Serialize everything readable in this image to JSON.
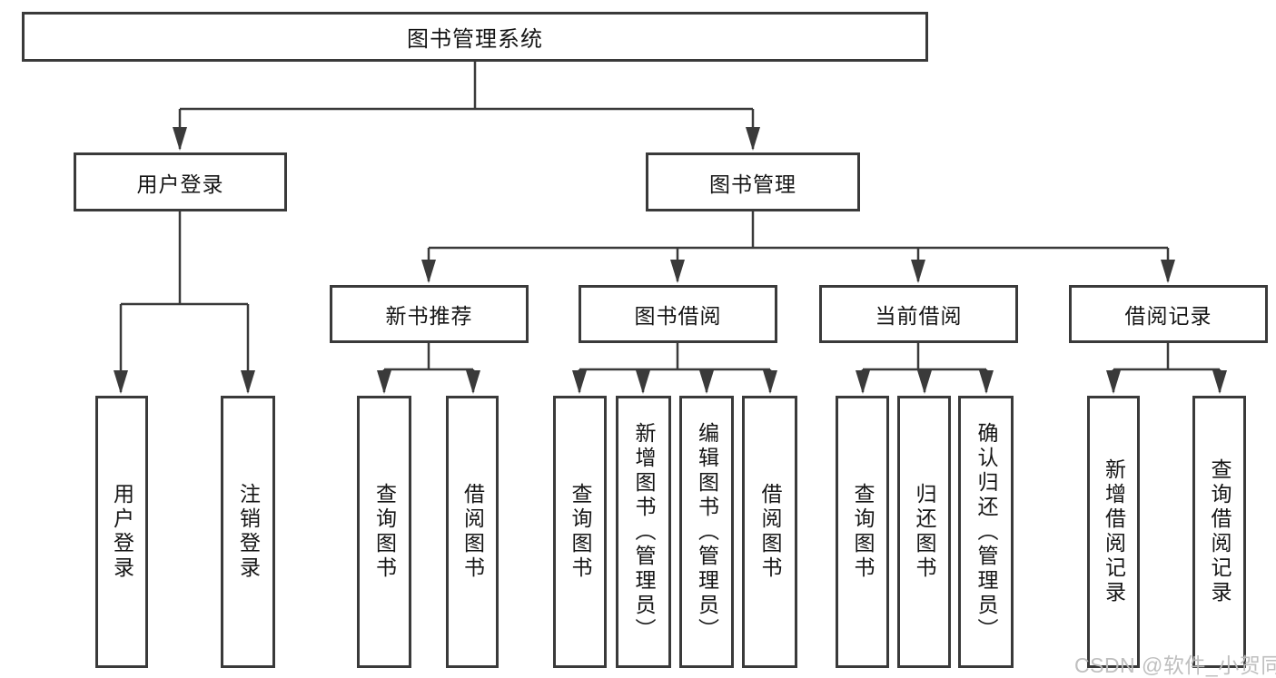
{
  "tree": {
    "root": {
      "label": "图书管理系统",
      "children": [
        {
          "label": "用户登录",
          "children": [
            {
              "label": "用户登录"
            },
            {
              "label": "注销登录"
            }
          ]
        },
        {
          "label": "图书管理",
          "children": [
            {
              "label": "新书推荐",
              "children": [
                {
                  "label": "查询图书"
                },
                {
                  "label": "借阅图书"
                }
              ]
            },
            {
              "label": "图书借阅",
              "children": [
                {
                  "label": "查询图书"
                },
                {
                  "label": "新增图书（管理员）"
                },
                {
                  "label": "编辑图书（管理员）"
                },
                {
                  "label": "借阅图书"
                }
              ]
            },
            {
              "label": "当前借阅",
              "children": [
                {
                  "label": "查询图书"
                },
                {
                  "label": "归还图书"
                },
                {
                  "label": "确认归还（管理员）"
                }
              ]
            },
            {
              "label": "借阅记录",
              "children": [
                {
                  "label": "新增借阅记录"
                },
                {
                  "label": "查询借阅记录"
                }
              ]
            }
          ]
        }
      ]
    }
  },
  "watermark": {
    "text": "CSDN @软件_小贺同学"
  },
  "colors": {
    "line": "#3a3a3a",
    "box_border": "#3a3a3a",
    "background": "#ffffff",
    "watermark_text": "#bcbcbc"
  }
}
